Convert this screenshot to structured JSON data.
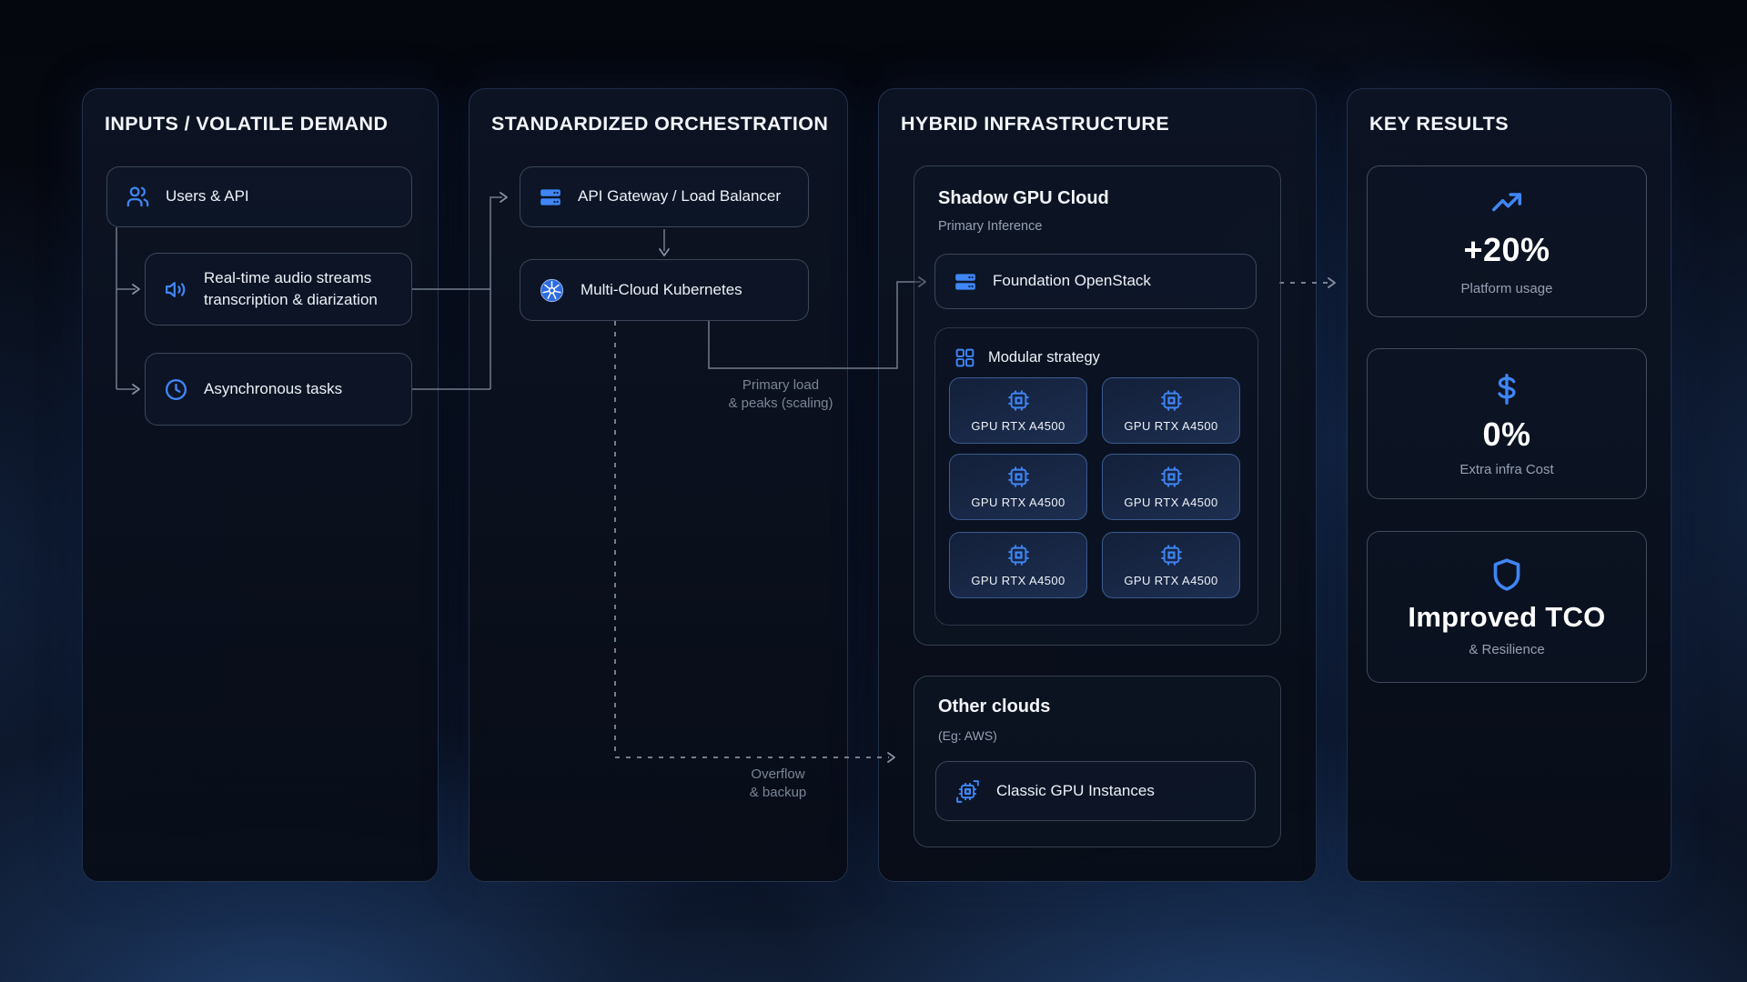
{
  "colors": {
    "accent": "#3f86f6",
    "kubernetes_blue": "#2f6ce0",
    "connector_solid": "#727c8c",
    "connector_dashed": "#9aa3b2",
    "text_primary": "#edf1f7",
    "text_secondary": "#95a0b2",
    "background": "#070b15"
  },
  "panels": {
    "inputs": {
      "title": "INPUTS / VOLATILE DEMAND",
      "users": {
        "label": "Users & API"
      },
      "realtime": {
        "line1": "Real-time audio streams",
        "line2": "transcription & diarization"
      },
      "async": {
        "label": "Asynchronous tasks"
      }
    },
    "orchestration": {
      "title": "STANDARDIZED ORCHESTRATION",
      "gateway": {
        "label": "API Gateway / Load Balancer"
      },
      "kubernetes": {
        "label": "Multi-Cloud Kubernetes"
      }
    },
    "hybrid": {
      "title": "HYBRID INFRASTRUCTURE",
      "shadow": {
        "title": "Shadow GPU Cloud",
        "subtitle": "Primary Inference",
        "foundation": {
          "label": "Foundation OpenStack"
        },
        "modular": {
          "label": "Modular strategy",
          "gpus": [
            "GPU RTX A4500",
            "GPU RTX A4500",
            "GPU RTX A4500",
            "GPU RTX A4500",
            "GPU RTX A4500",
            "GPU RTX A4500"
          ]
        }
      },
      "other": {
        "title": "Other clouds",
        "subtitle": "(Eg: AWS)",
        "classic": {
          "label": "Classic GPU Instances"
        }
      }
    },
    "results": {
      "title": "KEY RESULTS",
      "cards": [
        {
          "icon": "trending-up-icon",
          "value": "+20%",
          "label": "Platform usage"
        },
        {
          "icon": "dollar-icon",
          "value": "0%",
          "label": "Extra infra Cost"
        },
        {
          "icon": "shield-icon",
          "value": "Improved TCO",
          "label": "& Resilience"
        }
      ]
    }
  },
  "edges": {
    "primary_load": {
      "line1": "Primary load",
      "line2": "& peaks (scaling)"
    },
    "overflow": {
      "line1": "Overflow",
      "line2": "& backup"
    }
  }
}
